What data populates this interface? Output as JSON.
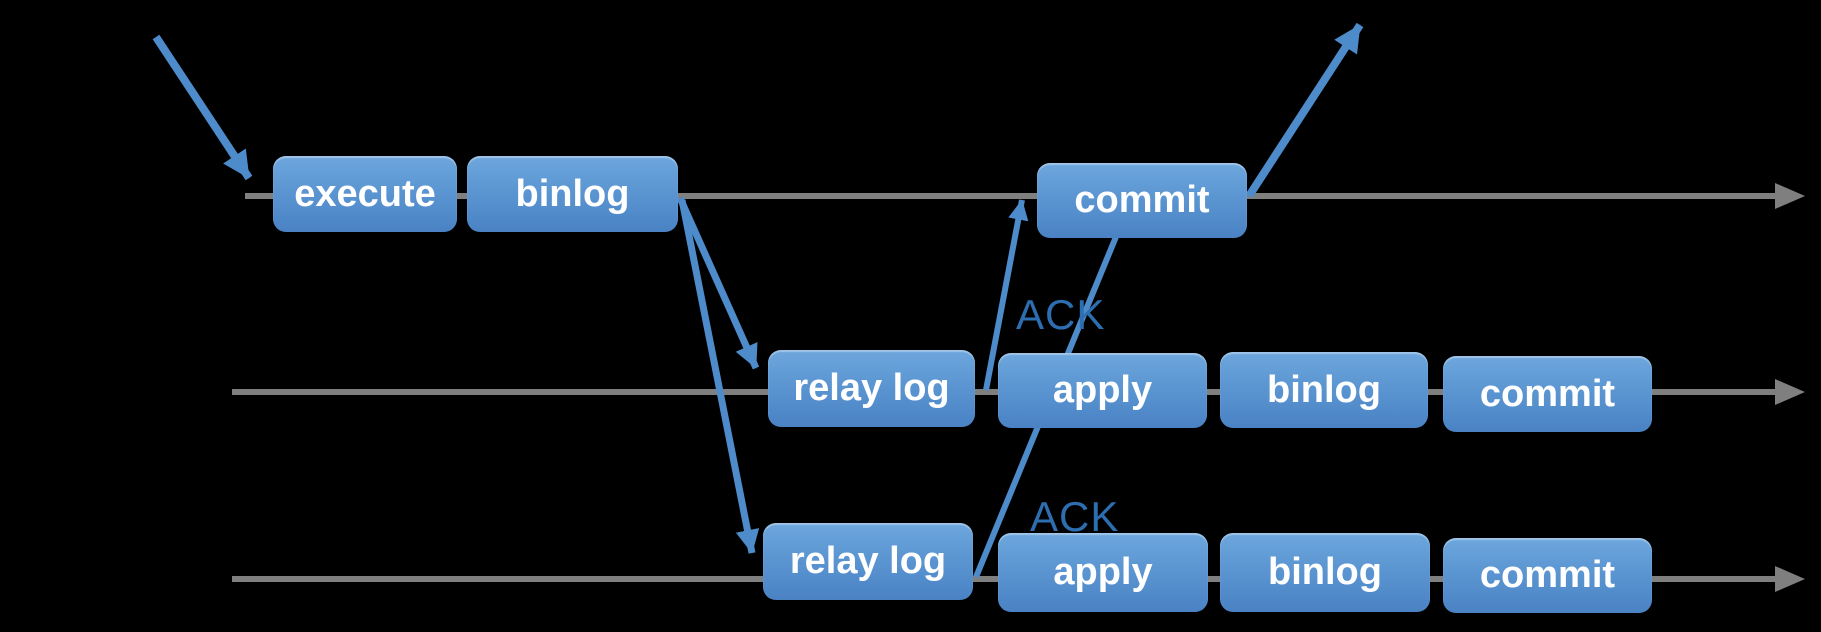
{
  "colors": {
    "background": "#000000",
    "timeline": "#7f7f7f",
    "arrow": "#4e8bcb",
    "box_top": "#6ea7dd",
    "box_bottom": "#4a82c4",
    "box_text": "#ffffff",
    "ack_text": "#2d6eb0"
  },
  "rows": [
    {
      "boxes": [
        "execute",
        "binlog",
        "commit"
      ]
    },
    {
      "boxes": [
        "relay log",
        "apply",
        "binlog",
        "commit"
      ]
    },
    {
      "boxes": [
        "relay log",
        "apply",
        "binlog",
        "commit"
      ]
    }
  ],
  "ack_labels": {
    "replica1": "ACK",
    "replica2": "ACK"
  }
}
